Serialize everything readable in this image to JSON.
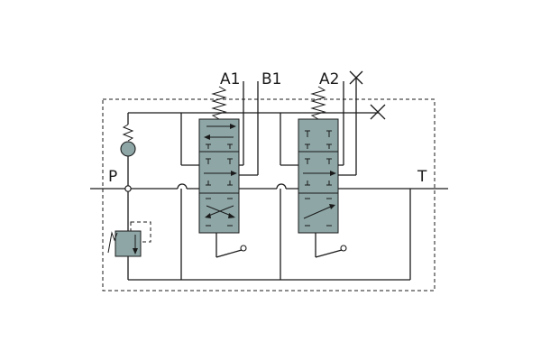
{
  "diagram": {
    "labels": {
      "a1": "A1",
      "b1": "B1",
      "a2": "A2",
      "p": "P",
      "t": "T"
    },
    "colors": {
      "line": "#1a1a1a",
      "valve_body": "#8ea6a6",
      "background": "#ffffff"
    },
    "icons": {
      "blocked_port": "x-mark-icon",
      "spring": "spring-icon",
      "lever": "hand-lever-icon",
      "check_valve": "check-valve-icon",
      "relief_valve": "relief-valve-icon"
    }
  }
}
